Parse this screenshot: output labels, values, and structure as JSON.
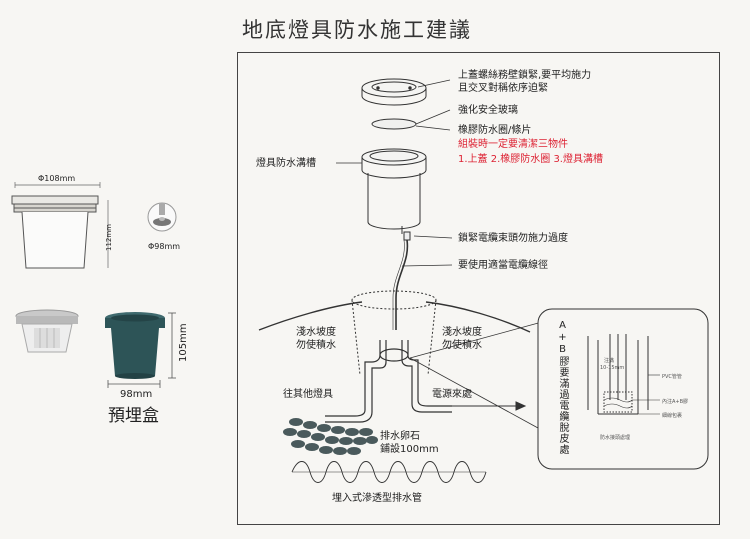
{
  "title": "地底燈具防水施工建議",
  "left_panel": {
    "dim_diameter_top": "Φ108mm",
    "dim_height_left": "112mm",
    "dim_diameter_hole": "Φ98mm",
    "dim_height_box": "105mm",
    "dim_width_box": "98mm",
    "box_label": "預埋盒"
  },
  "callouts": {
    "cover": "上蓋螺絲務壁鎖緊,要平均施力",
    "cover_2": "且交叉對稱依序迫緊",
    "glass": "強化安全玻璃",
    "gasket": "橡膠防水圈/條片",
    "assembly_note": "組裝時一定要清潔三物件",
    "assembly_items": "1.上蓋  2.橡膠防水圈  3.燈具溝槽",
    "housing": "燈具防水溝槽",
    "cable_head": "鎖緊電纜束頭勿施力過度",
    "cable_gauge": "要使用適當電纜線徑"
  },
  "ground": {
    "slope_left": "淺水坡度",
    "slope_left_2": "勿使積水",
    "slope_right": "淺水坡度",
    "slope_right_2": "勿使積水",
    "to_other": "往其他燈具",
    "power_in": "電源來處",
    "gravel": "排水卵石",
    "gravel_2": "鋪設100mm",
    "drain_pipe": "埋入式滲透型排水管"
  },
  "detail": {
    "vertical_text": "A+B膠要滿過電纜脫皮處",
    "depth_note": "注滿",
    "depth_range": "10-15mm",
    "pvc": "PVC管管",
    "inner_glue": "內注A+B膠",
    "wire_wrap": "細線包裹",
    "caption": "防水接頭處理"
  },
  "colors": {
    "red": "#d22c2c",
    "box_green": "#2d5457",
    "line": "#333333"
  }
}
